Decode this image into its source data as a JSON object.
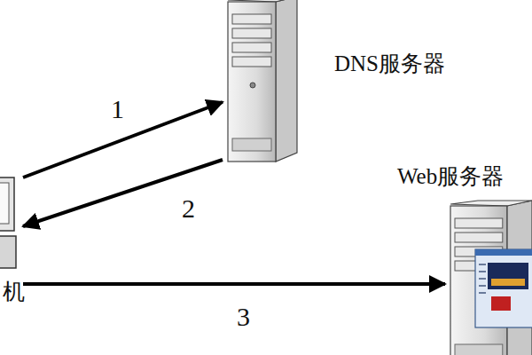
{
  "diagram": {
    "nodes": [
      {
        "text": [
          "DNS服务器"
        ]
      },
      {
        "text": [
          "Web服务器"
        ]
      },
      {
        "text": [
          "机"
        ]
      }
    ],
    "edges": [
      {
        "from": 2,
        "to": 0,
        "label": "1",
        "arrow": "to"
      },
      {
        "from": 0,
        "to": 2,
        "label": "2",
        "arrow": "to"
      },
      {
        "from": 2,
        "to": 1,
        "label": "3",
        "arrow": "to"
      }
    ]
  }
}
